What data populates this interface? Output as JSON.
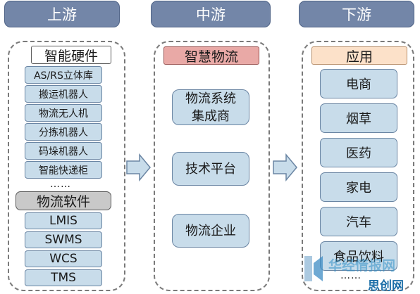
{
  "upstream": {
    "header": "上游",
    "hardware": {
      "title": "智能硬件",
      "items": [
        "AS/RS立体库",
        "搬运机器人",
        "物流无人机",
        "分拣机器人",
        "码垛机器人",
        "智能快递柜"
      ],
      "more": "……"
    },
    "software": {
      "title": "物流软件",
      "items": [
        "LMIS",
        "SWMS",
        "WCS",
        "TMS"
      ]
    }
  },
  "midstream": {
    "header": "中游",
    "title": "智慧物流",
    "items": [
      {
        "line1": "物流系统",
        "line2": "集成商"
      },
      {
        "line1": "技术平台"
      },
      {
        "line1": "物流企业"
      }
    ]
  },
  "downstream": {
    "header": "下游",
    "title": "应用",
    "items": [
      "电商",
      "烟草",
      "医药",
      "家电",
      "汽车",
      "食品饮料"
    ],
    "more": "……"
  },
  "watermark": {
    "name": "华经情报网",
    "sub": "思创网"
  },
  "colors": {
    "header_bg": "#7386a8",
    "box_fill": "#c8dcea",
    "midstream_title_fill": "#e9a9a6",
    "downstream_title_fill": "#fce1c9",
    "software_title_fill": "#c9c9c9"
  }
}
